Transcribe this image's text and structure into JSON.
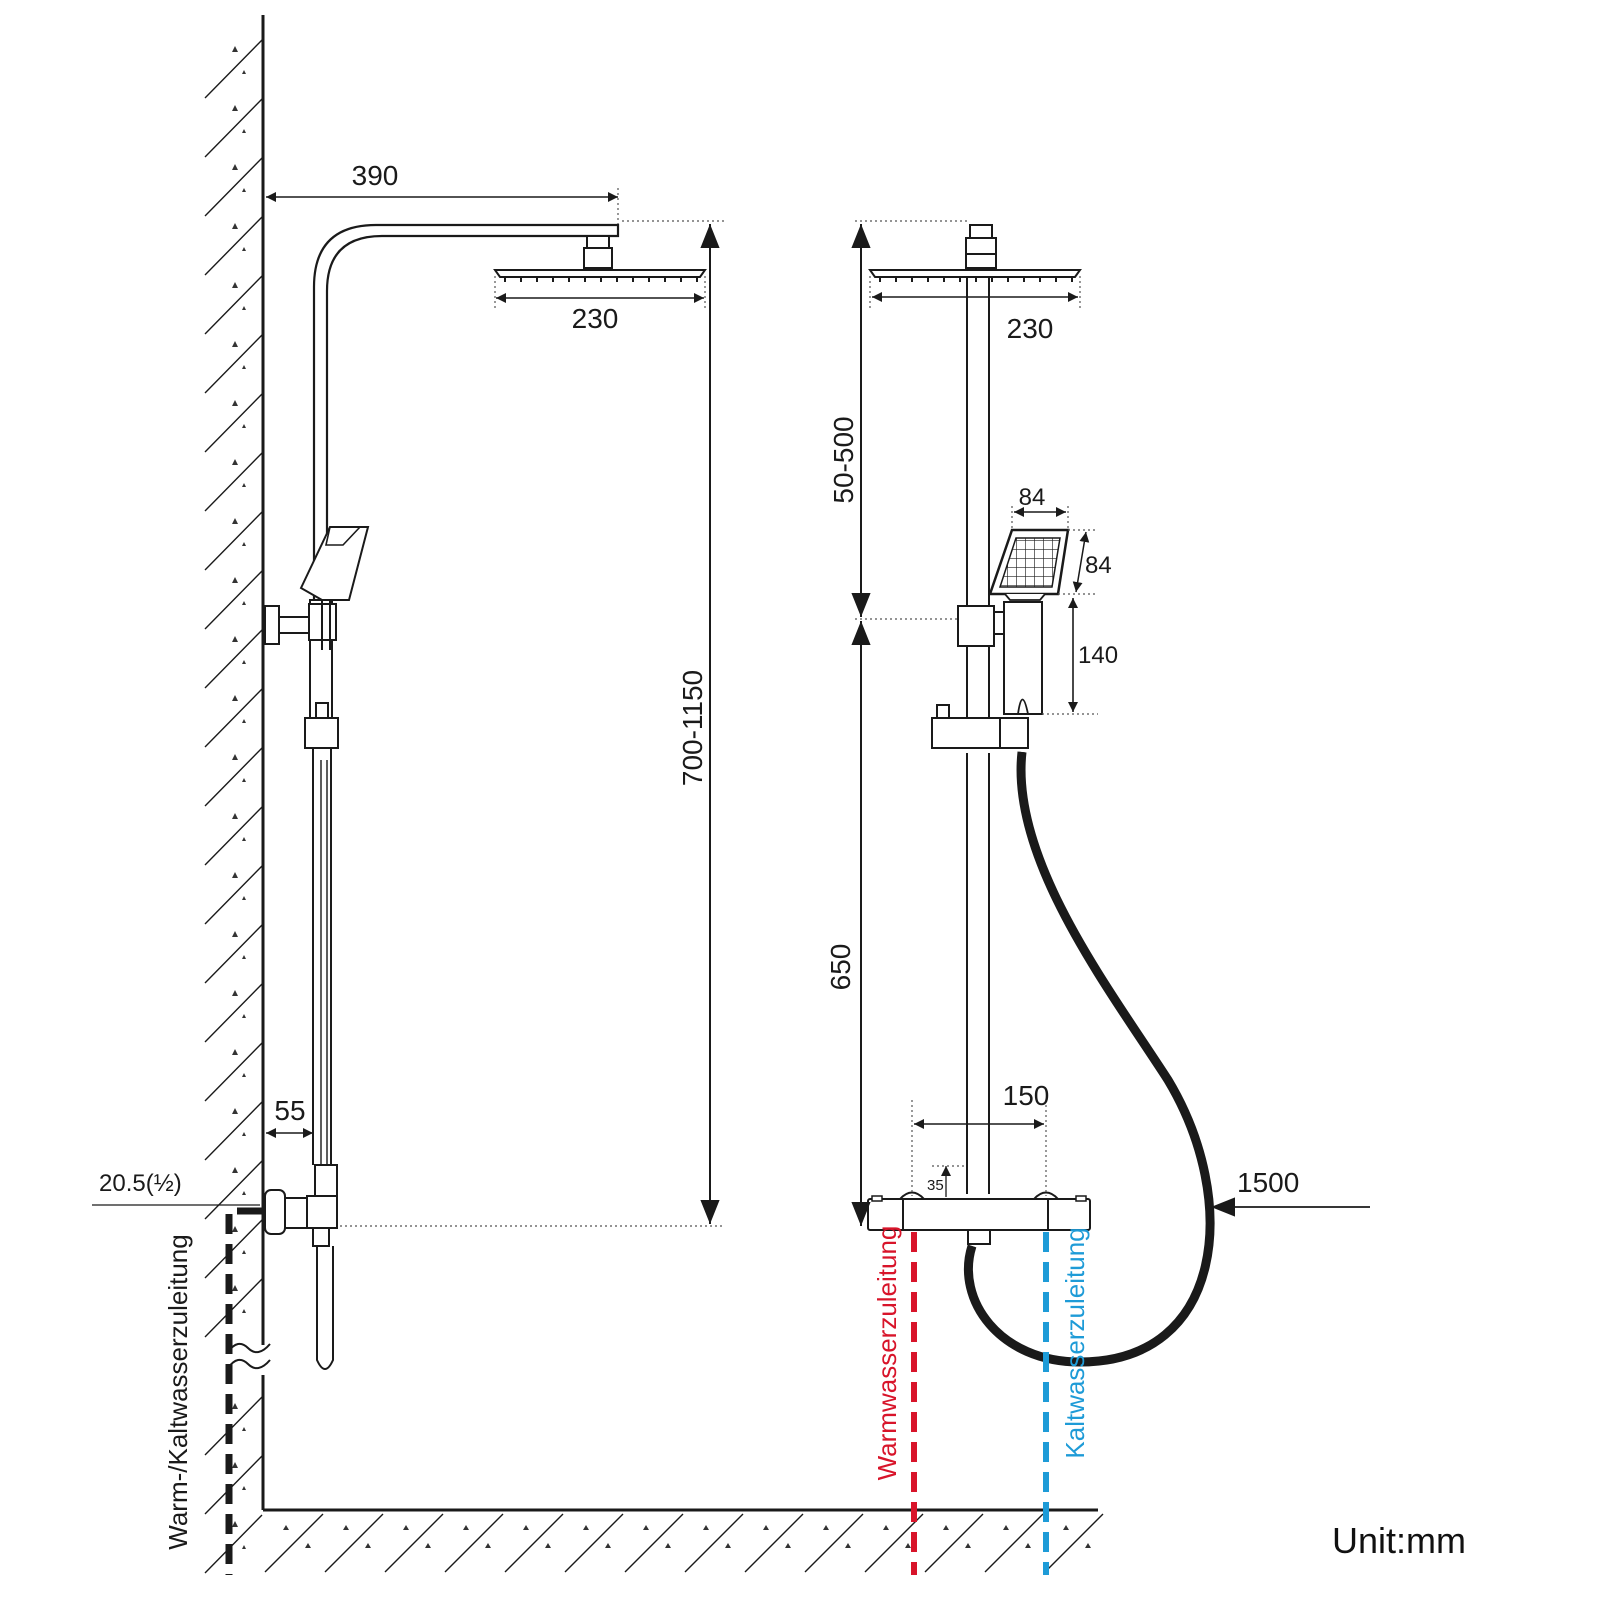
{
  "dimensions": {
    "arm_length": "390",
    "shower_head_width_side": "230",
    "shower_head_width_front": "230",
    "height_range": "700-1150",
    "upper_range": "50-500",
    "hand_shower_width": "84",
    "hand_shower_height": "84",
    "holder_height": "140",
    "riser_to_mixer": "650",
    "inlet_spacing": "150",
    "mixer_offset": "35",
    "hose_length": "1500",
    "wall_offset": "55",
    "connection_thread": "20.5(½)"
  },
  "labels": {
    "warm_cold_supply": "Warm-/Kaltwasserzuleitung",
    "warm_supply": "Warmwasserzuleitung",
    "cold_supply": "Kaltwasserzuleitung",
    "unit": "Unit:mm"
  },
  "colors": {
    "warm": "#d8142a",
    "cold": "#1e9bd7",
    "line": "#1a1a1a"
  }
}
